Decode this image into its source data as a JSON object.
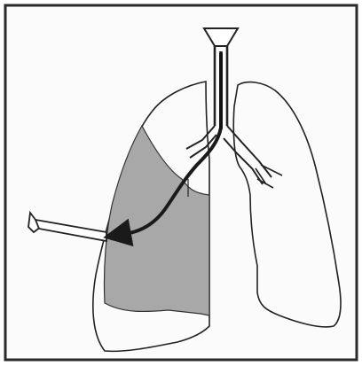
{
  "figure": {
    "kind": "schematic illustration",
    "labels": [],
    "colors": {
      "background": "#ffffff",
      "frame_fill": "#fbfbfb",
      "frame_stroke": "#2a2a2a",
      "outline": "#222222",
      "shaded_region": "#a8a8a8",
      "arrow": "#1a1a1a"
    },
    "elements": [
      "frame",
      "right-lung-outline",
      "left-lung-outline",
      "shaded-fluid-region",
      "trachea-tube",
      "bronchus-branches",
      "chest-tube",
      "flow-arrow"
    ]
  }
}
